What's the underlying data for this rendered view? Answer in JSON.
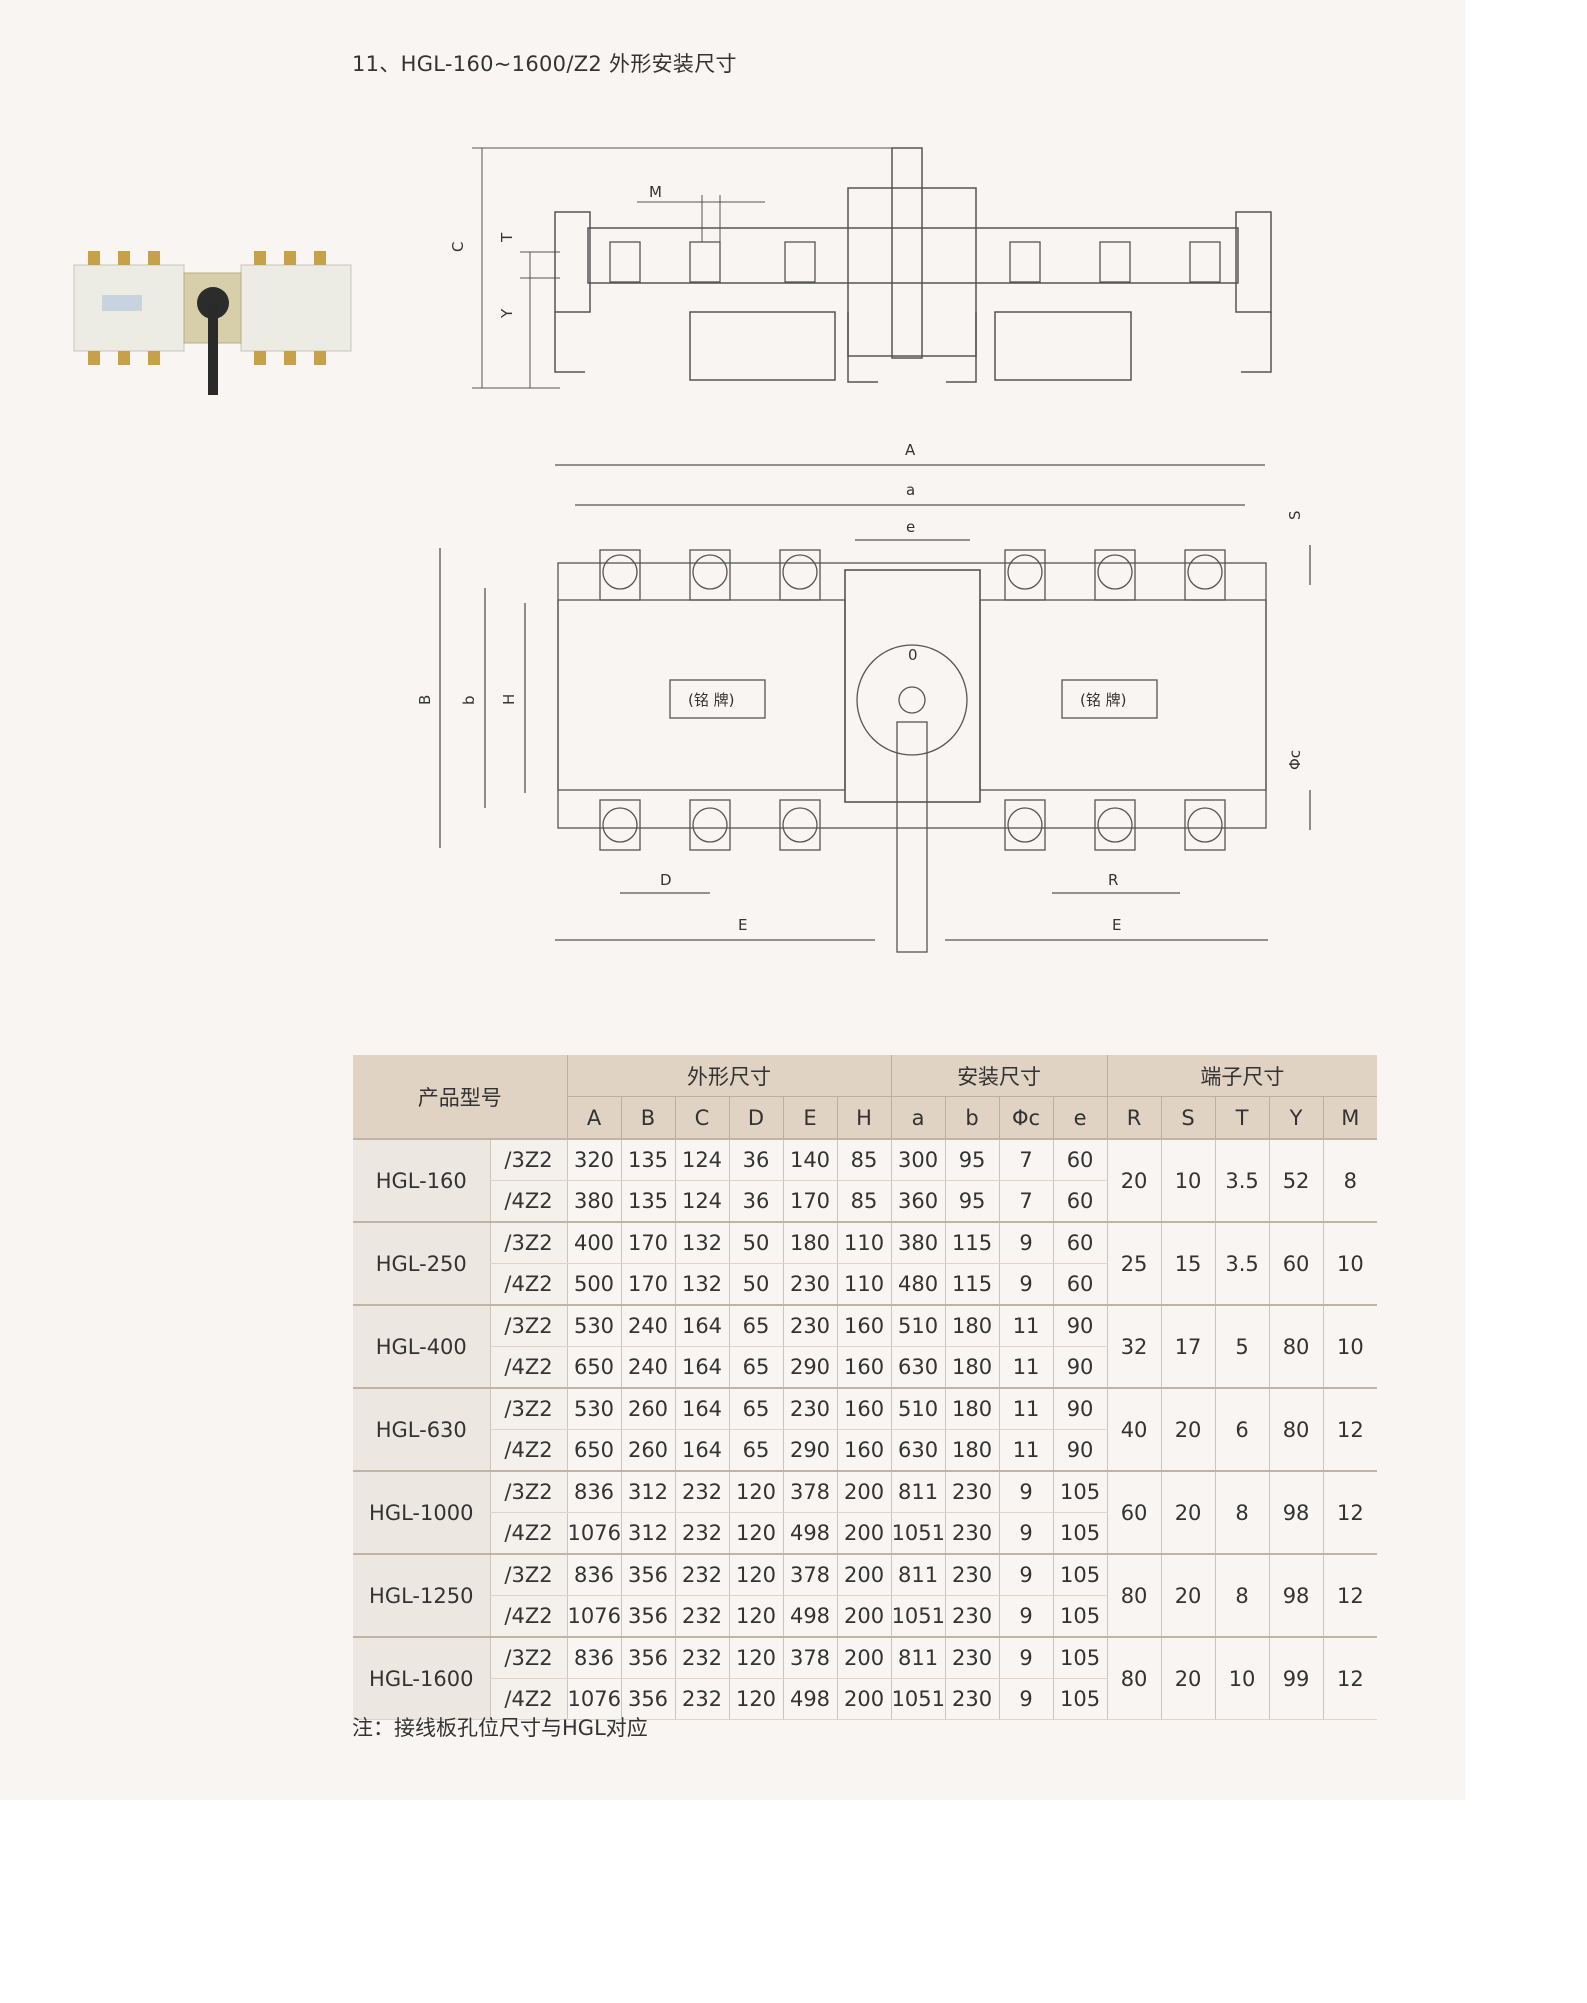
{
  "heading": "11、HGL-160~1600/Z2 外形安装尺寸",
  "diagram_labels": {
    "side_view": [
      "M",
      "C",
      "T",
      "Y"
    ],
    "top_view": [
      "A",
      "a",
      "e",
      "S",
      "B",
      "b",
      "H",
      "D",
      "E",
      "E",
      "R",
      "Φc"
    ],
    "nameplate_left": "(铭 牌)",
    "nameplate_right": "(铭 牌)",
    "dial_mark": "0"
  },
  "table": {
    "group_headers": {
      "model": "产品型号",
      "outline": "外形尺寸",
      "mount": "安装尺寸",
      "terminal": "端子尺寸"
    },
    "columns": [
      "A",
      "B",
      "C",
      "D",
      "E",
      "H",
      "a",
      "b",
      "Φc",
      "e",
      "R",
      "S",
      "T",
      "Y",
      "M"
    ],
    "rows": [
      {
        "model": "HGL-160",
        "variants": [
          {
            "suffix": "/3Z2",
            "v": [
              "320",
              "135",
              "124",
              "36",
              "140",
              "85",
              "300",
              "95",
              "7",
              "60"
            ]
          },
          {
            "suffix": "/4Z2",
            "v": [
              "380",
              "135",
              "124",
              "36",
              "170",
              "85",
              "360",
              "95",
              "7",
              "60"
            ]
          }
        ],
        "terminal": [
          "20",
          "10",
          "3.5",
          "52",
          "8"
        ]
      },
      {
        "model": "HGL-250",
        "variants": [
          {
            "suffix": "/3Z2",
            "v": [
              "400",
              "170",
              "132",
              "50",
              "180",
              "110",
              "380",
              "115",
              "9",
              "60"
            ]
          },
          {
            "suffix": "/4Z2",
            "v": [
              "500",
              "170",
              "132",
              "50",
              "230",
              "110",
              "480",
              "115",
              "9",
              "60"
            ]
          }
        ],
        "terminal": [
          "25",
          "15",
          "3.5",
          "60",
          "10"
        ]
      },
      {
        "model": "HGL-400",
        "variants": [
          {
            "suffix": "/3Z2",
            "v": [
              "530",
              "240",
              "164",
              "65",
              "230",
              "160",
              "510",
              "180",
              "11",
              "90"
            ]
          },
          {
            "suffix": "/4Z2",
            "v": [
              "650",
              "240",
              "164",
              "65",
              "290",
              "160",
              "630",
              "180",
              "11",
              "90"
            ]
          }
        ],
        "terminal": [
          "32",
          "17",
          "5",
          "80",
          "10"
        ]
      },
      {
        "model": "HGL-630",
        "variants": [
          {
            "suffix": "/3Z2",
            "v": [
              "530",
              "260",
              "164",
              "65",
              "230",
              "160",
              "510",
              "180",
              "11",
              "90"
            ]
          },
          {
            "suffix": "/4Z2",
            "v": [
              "650",
              "260",
              "164",
              "65",
              "290",
              "160",
              "630",
              "180",
              "11",
              "90"
            ]
          }
        ],
        "terminal": [
          "40",
          "20",
          "6",
          "80",
          "12"
        ]
      },
      {
        "model": "HGL-1000",
        "variants": [
          {
            "suffix": "/3Z2",
            "v": [
              "836",
              "312",
              "232",
              "120",
              "378",
              "200",
              "811",
              "230",
              "9",
              "105"
            ]
          },
          {
            "suffix": "/4Z2",
            "v": [
              "1076",
              "312",
              "232",
              "120",
              "498",
              "200",
              "1051",
              "230",
              "9",
              "105"
            ]
          }
        ],
        "terminal": [
          "60",
          "20",
          "8",
          "98",
          "12"
        ]
      },
      {
        "model": "HGL-1250",
        "variants": [
          {
            "suffix": "/3Z2",
            "v": [
              "836",
              "356",
              "232",
              "120",
              "378",
              "200",
              "811",
              "230",
              "9",
              "105"
            ]
          },
          {
            "suffix": "/4Z2",
            "v": [
              "1076",
              "356",
              "232",
              "120",
              "498",
              "200",
              "1051",
              "230",
              "9",
              "105"
            ]
          }
        ],
        "terminal": [
          "80",
          "20",
          "8",
          "98",
          "12"
        ]
      },
      {
        "model": "HGL-1600",
        "variants": [
          {
            "suffix": "/3Z2",
            "v": [
              "836",
              "356",
              "232",
              "120",
              "378",
              "200",
              "811",
              "230",
              "9",
              "105"
            ]
          },
          {
            "suffix": "/4Z2",
            "v": [
              "1076",
              "356",
              "232",
              "120",
              "498",
              "200",
              "1051",
              "230",
              "9",
              "105"
            ]
          }
        ],
        "terminal": [
          "80",
          "20",
          "10",
          "99",
          "12"
        ]
      }
    ]
  },
  "note": "注：接线板孔位尺寸与HGL对应"
}
